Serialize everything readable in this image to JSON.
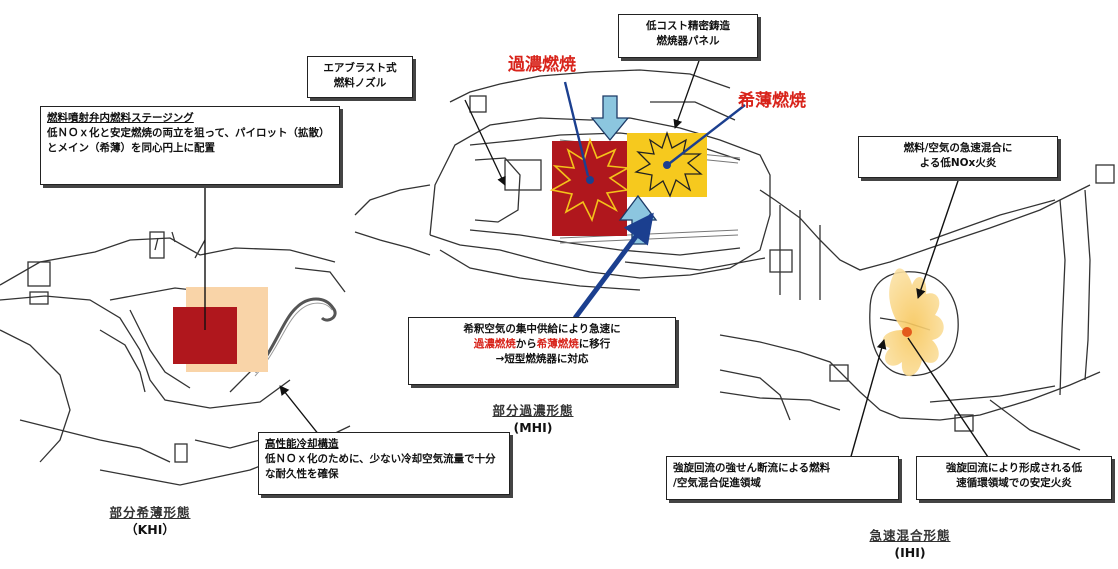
{
  "khi": {
    "staging_title": "燃料噴射弁内燃料ステージング",
    "staging_body": "低ＮＯｘ化と安定燃焼の両立を狙って、パイロット（拡散）とメイン（希薄）を同心円上に配置",
    "cooling_title": "高性能冷却構造",
    "cooling_body": "低ＮＯｘ化のために、少ない冷却空気流量で十分な耐久性を確保",
    "caption_ja": "部分希薄形態",
    "caption_en": "（KHI）"
  },
  "mhi": {
    "nozzle_line1": "エアブラスト式",
    "nozzle_line2": "燃料ノズル",
    "panel_line1": "低コスト精密鋳造",
    "panel_line2": "燃焼器パネル",
    "rich_label": "過濃燃焼",
    "lean_label": "希薄燃焼",
    "box_line1": "希釈空気の集中供給により急速に",
    "box_line2_rich": "過濃燃焼",
    "box_line2_mid": "から",
    "box_line2_lean": "希薄燃焼",
    "box_line2_end": "に移行",
    "box_line3": "→短型燃焼器に対応",
    "caption_ja": "部分過濃形態",
    "caption_en": "(MHI)"
  },
  "ihi": {
    "flame_line1": "燃料/空気の急速混合に",
    "flame_line2": "よる低NOx火炎",
    "shear_line1": "強旋回流の強せん断流による燃料",
    "shear_line2": "/空気混合促進領域",
    "recirc_line1": "強旋回流により形成される低",
    "recirc_line2": "速循環領域での安定火炎",
    "caption_ja": "急速混合形態",
    "caption_en": "(IHI)"
  },
  "colors": {
    "rich_red": "#b0171d",
    "lean_yellow": "#f6c91e",
    "pale_orange": "#f9d4a8",
    "arrow_blue": "#1b3f8f",
    "air_cyan": "#8cc6df"
  }
}
